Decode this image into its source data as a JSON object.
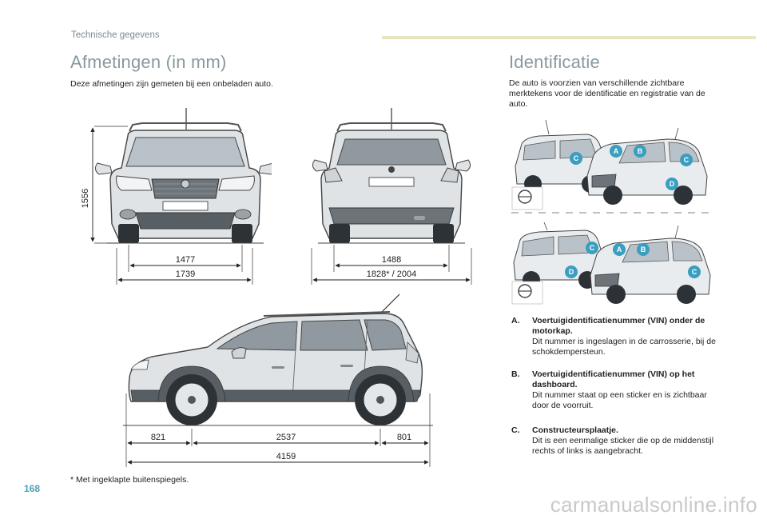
{
  "header": {
    "section": "Technische gegevens",
    "accent_color": "#e7e6c1"
  },
  "left": {
    "title": "Afmetingen (in mm)",
    "intro": "Deze afmetingen zijn gemeten bij een onbeladen auto.",
    "front_view": {
      "height": "1556",
      "track": "1477",
      "width": "1739"
    },
    "rear_view": {
      "track": "1488",
      "width": "1828* / 2004"
    },
    "side_view": {
      "front_overhang": "821",
      "wheelbase": "2537",
      "rear_overhang": "801",
      "length": "4159"
    },
    "footnote": "* Met ingeklapte buitenspiegels."
  },
  "right": {
    "title": "Identificatie",
    "intro": "De auto is voorzien van verschillende zichtbare merktekens voor de identificatie en registratie van de auto.",
    "markers": {
      "a": "A",
      "b": "B",
      "c": "C",
      "d": "D"
    },
    "marker_color": "#3a9ec0",
    "items": [
      {
        "letter": "A.",
        "title": "Voertuigidentificatienummer (VIN) onder de motorkap.",
        "desc": "Dit nummer is ingeslagen in de carrosserie, bij de schokdempersteun."
      },
      {
        "letter": "B.",
        "title": "Voertuigidentificatienummer (VIN) op het dashboard.",
        "desc": "Dit nummer staat op een sticker en is zichtbaar door de voorruit."
      },
      {
        "letter": "C.",
        "title": "Constructeursplaatje.",
        "desc": "Dit is een eenmalige sticker die op de middenstijl rechts of links is aangebracht."
      }
    ]
  },
  "page": {
    "number": "168",
    "watermark": "carmanualsonline.info"
  }
}
